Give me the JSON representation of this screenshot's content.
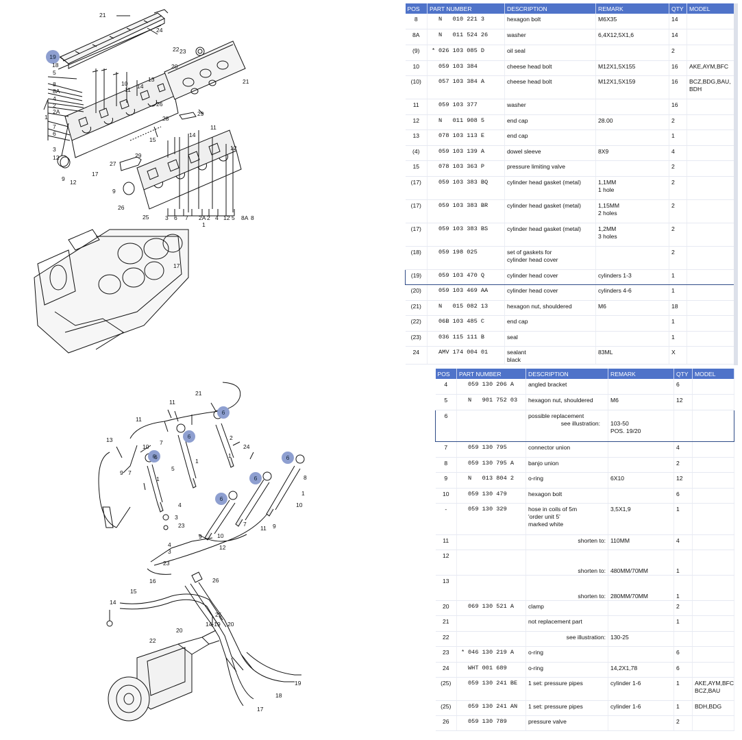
{
  "diagram_top": {
    "labels": [
      "21",
      "24",
      "19",
      "18",
      "22",
      "23",
      "20",
      "5",
      "8",
      "8A",
      "4",
      "2",
      "2A",
      "1",
      "7",
      "6",
      "3",
      "12",
      "10",
      "11",
      "14",
      "13",
      "26",
      "28",
      "29",
      "21",
      "14",
      "15",
      "11",
      "12",
      "27",
      "29",
      "17",
      "9",
      "12",
      "9",
      "26",
      "25",
      "3",
      "6",
      "7",
      "2A",
      "2",
      "4",
      "12",
      "5",
      "8A",
      "8",
      "1",
      "17"
    ],
    "highlights": [
      "19"
    ]
  },
  "diagram_bottom": {
    "labels": [
      "21",
      "11",
      "11",
      "13",
      "2",
      "24",
      "10",
      "9",
      "7",
      "5",
      "6",
      "1",
      "7",
      "1",
      "8",
      "1",
      "4",
      "3",
      "23",
      "10",
      "12",
      "9",
      "7",
      "11",
      "9",
      "1",
      "10",
      "4",
      "3",
      "23",
      "26",
      "16",
      "15",
      "14",
      "20",
      "25",
      "14-19",
      "20",
      "22",
      "19",
      "18",
      "17"
    ],
    "highlights": [
      "6",
      "6",
      "6",
      "6",
      "6",
      "6"
    ]
  },
  "table_top": {
    "headers": [
      "POS",
      "PART NUMBER",
      "DESCRIPTION",
      "REMARK",
      "QTY",
      "MODEL"
    ],
    "rows": [
      {
        "pos": "8",
        "star": "",
        "pn": "N   010 221 3",
        "desc": "hexagon bolt",
        "remark": "M6X35",
        "qty": "14",
        "model": ""
      },
      {
        "pos": "8A",
        "star": "",
        "pn": "N   011 524 26",
        "desc": "washer",
        "remark": "6,4X12,5X1,6",
        "qty": "14",
        "model": ""
      },
      {
        "pos": "(9)",
        "star": "*",
        "pn": "026 103 085 D",
        "desc": "oil seal",
        "remark": "",
        "qty": "2",
        "model": ""
      },
      {
        "pos": "10",
        "star": "",
        "pn": "059 103 384",
        "desc": "cheese head bolt",
        "remark": "M12X1,5X155",
        "qty": "16",
        "model": "AKE,AYM,BFC"
      },
      {
        "pos": "(10)",
        "star": "",
        "pn": "057 103 384 A",
        "desc": "cheese head bolt",
        "remark": "M12X1,5X159",
        "qty": "16",
        "model": "BCZ,BDG,BAU,\nBDH"
      },
      {
        "pos": "11",
        "star": "",
        "pn": "059 103 377",
        "desc": "washer",
        "remark": "",
        "qty": "16",
        "model": ""
      },
      {
        "pos": "12",
        "star": "",
        "pn": "N   011 908 5",
        "desc": "end cap",
        "remark": "28.00",
        "qty": "2",
        "model": ""
      },
      {
        "pos": "13",
        "star": "",
        "pn": "078 103 113 E",
        "desc": "end cap",
        "remark": "",
        "qty": "1",
        "model": ""
      },
      {
        "pos": "(4)",
        "star": "",
        "pn": "059 103 139 A",
        "desc": "dowel sleeve",
        "remark": "8X9",
        "qty": "4",
        "model": ""
      },
      {
        "pos": "15",
        "star": "",
        "pn": "078 103 363 P",
        "desc": "pressure limiting valve",
        "remark": "",
        "qty": "2",
        "model": ""
      },
      {
        "pos": "(17)",
        "star": "",
        "pn": "059 103 383 BQ",
        "desc": "cylinder head gasket (metal)",
        "remark": "1,1MM\n1 hole",
        "qty": "2",
        "model": ""
      },
      {
        "pos": "(17)",
        "star": "",
        "pn": "059 103 383 BR",
        "desc": "cylinder head gasket (metal)",
        "remark": "1,15MM\n2 holes",
        "qty": "2",
        "model": ""
      },
      {
        "pos": "(17)",
        "star": "",
        "pn": "059 103 383 BS",
        "desc": "cylinder head gasket (metal)",
        "remark": "1,2MM\n3 holes",
        "qty": "2",
        "model": ""
      },
      {
        "pos": "(18)",
        "star": "",
        "pn": "059 198 025",
        "desc": "set of gaskets for\ncylinder head cover",
        "remark": "",
        "qty": "2",
        "model": ""
      },
      {
        "pos": "(19)",
        "star": "",
        "pn": "059 103 470 Q",
        "desc": "cylinder head cover",
        "remark": "cylinders 1-3",
        "qty": "1",
        "model": ""
      },
      {
        "pos": "(20)",
        "star": "",
        "pn": "059 103 469 AA",
        "desc": "cylinder head cover",
        "remark": "cylinders 4-6",
        "qty": "1",
        "model": ""
      },
      {
        "pos": "(21)",
        "star": "",
        "pn": "N   015 082 13",
        "desc": "hexagon nut, shouldered",
        "remark": "M6",
        "qty": "18",
        "model": ""
      },
      {
        "pos": "(22)",
        "star": "",
        "pn": "06B 103 485 C",
        "desc": "end cap",
        "remark": "",
        "qty": "1",
        "model": ""
      },
      {
        "pos": "(23)",
        "star": "",
        "pn": "036 115 111 B",
        "desc": "seal",
        "remark": "",
        "qty": "1",
        "model": ""
      },
      {
        "pos": "24",
        "star": "",
        "pn": "AMV 174 004 01",
        "desc": "sealant\nblack",
        "remark": "83ML",
        "qty": "X",
        "model": ""
      }
    ]
  },
  "table_bottom": {
    "headers": [
      "POS",
      "PART NUMBER",
      "DESCRIPTION",
      "REMARK",
      "QTY",
      "MODEL"
    ],
    "rows": [
      {
        "pos": "4",
        "star": "",
        "pn": "059 130 206 A",
        "desc": "angled bracket",
        "remark": "",
        "qty": "6",
        "model": ""
      },
      {
        "pos": "5",
        "star": "",
        "pn": "N   901 752 03",
        "desc": "hexagon nut, shouldered",
        "remark": "M6",
        "qty": "12",
        "model": ""
      },
      {
        "pos": "6",
        "star": "",
        "pn": "",
        "desc": "possible replacement\n                    see illustration:",
        "remark": "\n103-50\nPOS. 19/20",
        "qty": "",
        "model": ""
      },
      {
        "pos": "7",
        "star": "",
        "pn": "059 130 795",
        "desc": "connector union",
        "remark": "",
        "qty": "4",
        "model": ""
      },
      {
        "pos": "8",
        "star": "",
        "pn": "059 130 795 A",
        "desc": "banjo union",
        "remark": "",
        "qty": "2",
        "model": ""
      },
      {
        "pos": "9",
        "star": "",
        "pn": "N   013 804 2",
        "desc": "o-ring",
        "remark": "6X10",
        "qty": "12",
        "model": ""
      },
      {
        "pos": "10",
        "star": "",
        "pn": "059 130 479",
        "desc": "hexagon bolt",
        "remark": "",
        "qty": "6",
        "model": ""
      },
      {
        "pos": "-",
        "star": "",
        "pn": "059 130 329",
        "desc": "hose in coils of 5m\n'order unit 5'\nmarked white",
        "remark": "3,5X1,9",
        "qty": "1",
        "model": ""
      },
      {
        "pos": "11",
        "star": "",
        "pn": "",
        "desc": "shorten to:",
        "remark": "110MM",
        "qty": "4",
        "model": ""
      },
      {
        "pos": "12",
        "star": "",
        "pn": "",
        "desc": "\n\nshorten to:",
        "remark": "\n\n480MM/70MM",
        "qty": "\n\n1",
        "model": ""
      },
      {
        "pos": "13",
        "star": "",
        "pn": "",
        "desc": "\n\nshorten to:",
        "remark": "\n\n280MM/70MM",
        "qty": "\n\n1",
        "model": ""
      },
      {
        "pos": "20",
        "star": "",
        "pn": "069 130 521 A",
        "desc": "clamp",
        "remark": "",
        "qty": "2",
        "model": ""
      },
      {
        "pos": "21",
        "star": "",
        "pn": "",
        "desc": "not replacement part",
        "remark": "",
        "qty": "1",
        "model": ""
      },
      {
        "pos": "22",
        "star": "",
        "pn": "",
        "desc": "see illustration:",
        "remark": "130-25",
        "qty": "",
        "model": ""
      },
      {
        "pos": "23",
        "star": "*",
        "pn": "046 130 219 A",
        "desc": "o-ring",
        "remark": "",
        "qty": "6",
        "model": ""
      },
      {
        "pos": "24",
        "star": "",
        "pn": "WHT 001 689",
        "desc": "o-ring",
        "remark": "14,2X1,78",
        "qty": "6",
        "model": ""
      },
      {
        "pos": "(25)",
        "star": "",
        "pn": "059 130 241 BE",
        "desc": "1 set: pressure pipes",
        "remark": "cylinder 1-6",
        "qty": "1",
        "model": "AKE,AYM,BFC,\nBCZ,BAU"
      },
      {
        "pos": "(25)",
        "star": "",
        "pn": "059 130 241 AN",
        "desc": "1 set: pressure pipes",
        "remark": "cylinder 1-6",
        "qty": "1",
        "model": "BDH,BDG"
      },
      {
        "pos": "26",
        "star": "",
        "pn": "059 130 789",
        "desc": "pressure valve",
        "remark": "",
        "qty": "2",
        "model": ""
      }
    ]
  }
}
